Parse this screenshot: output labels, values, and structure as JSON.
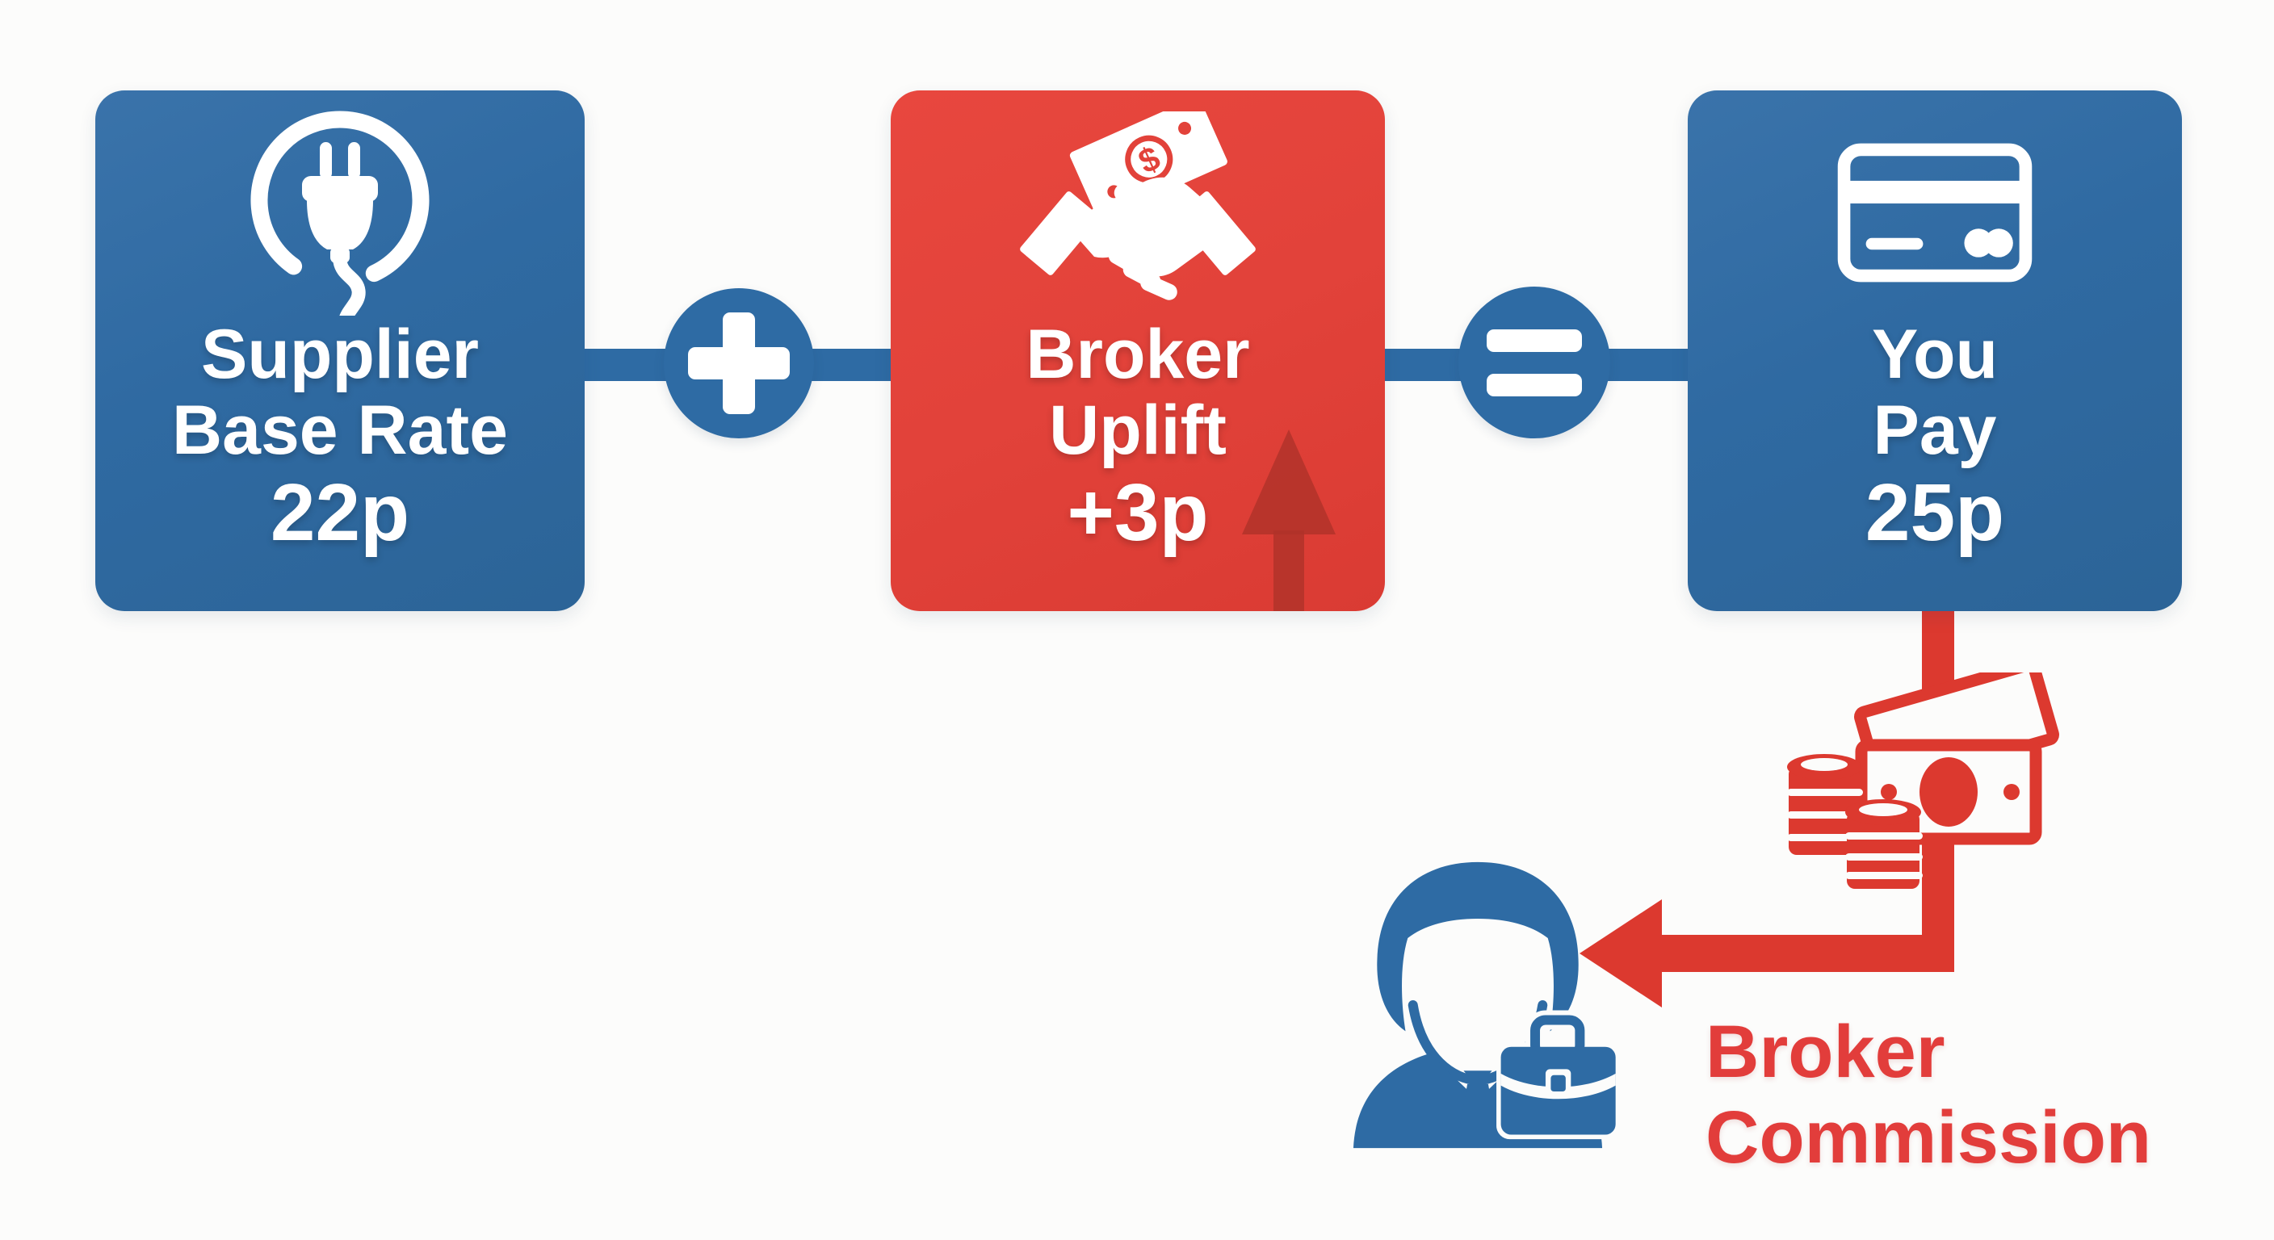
{
  "background": "#fcfcfb",
  "palette": {
    "box_blue": "#2f6aa2",
    "connector_blue": "#2e6ba4",
    "box_red": "#e2423a",
    "flow_red": "#dc392f",
    "uplift_arrow_red": "#b0322a",
    "label_red": "#e23d3b",
    "icon_white": "#ffffff"
  },
  "flow": {
    "supplier_box": {
      "icon": "power-plug-icon",
      "line1": "Supplier",
      "line2": "Base Rate",
      "value": "22p"
    },
    "plus_operator": {
      "icon": "plus-icon",
      "symbol": "+"
    },
    "broker_box": {
      "icon": "handshake-cash-icon",
      "line1": "Broker",
      "line2": "Uplift",
      "value": "+3p",
      "extra_icon": "uplift-arrow-icon"
    },
    "equals_operator": {
      "icon": "equals-icon",
      "symbol": "="
    },
    "youpay_box": {
      "icon": "credit-card-icon",
      "line1": "You",
      "line2": "Pay",
      "value": "25p"
    },
    "dollar_sign": "$"
  },
  "commission": {
    "cash_icon": "cash-coins-icon",
    "person_icon": "broker-person-icon",
    "line1": "Broker",
    "line2": "Commission"
  }
}
